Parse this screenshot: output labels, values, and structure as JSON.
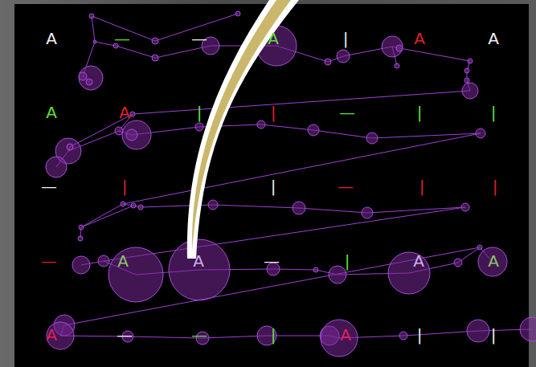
{
  "diagram": {
    "labels": [
      "A",
      "—",
      "—",
      "A",
      "|",
      "A",
      "A",
      "A",
      "A",
      "|",
      "|",
      "—",
      "|",
      "|",
      "—",
      "|",
      "|",
      "—",
      "|",
      "|",
      "—",
      "A",
      "A",
      "—",
      "|",
      "A",
      "A",
      "A",
      "—",
      "—",
      "|",
      "A",
      "|",
      "|"
    ]
  }
}
